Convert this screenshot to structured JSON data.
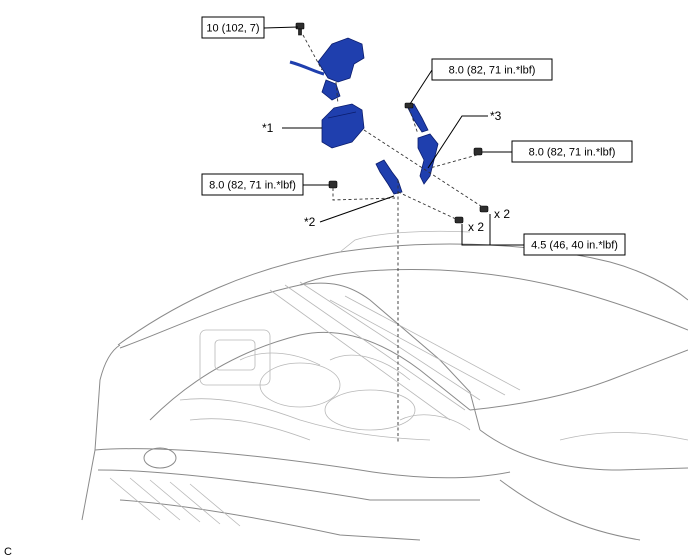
{
  "torque_labels": {
    "top_bolt": "10 (102, 7)",
    "bracket_bolt": "8.0 (82, 71 in.*lbf)",
    "right_nut": "8.0 (82, 71 in.*lbf)",
    "left_nut": "8.0 (82, 71 in.*lbf)",
    "bottom_bolts": "4.5 (46, 40 in.*lbf)"
  },
  "callouts": {
    "part1": "*1",
    "part2": "*2",
    "part3": "*3"
  },
  "quantities": {
    "upper_bolt": "x 2",
    "lower_bolt": "x 2"
  },
  "corner_mark": "C",
  "colors": {
    "part_blue": "#1f3fae",
    "outline_gray": "#8a8a8a"
  }
}
